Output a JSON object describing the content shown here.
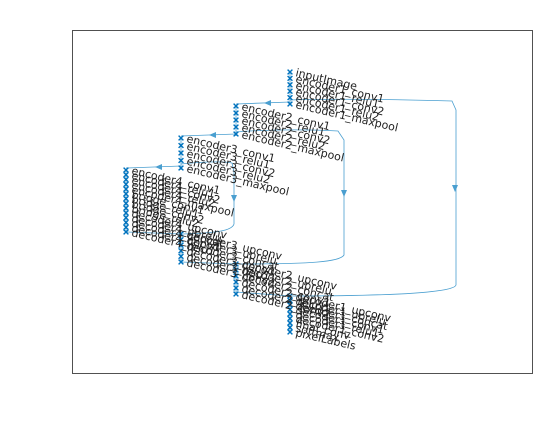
{
  "figure": {
    "line_color": "#4a9fd0",
    "marker_color": "#0072bd",
    "axes_color": "#262626"
  },
  "nodes": [
    "inputImage",
    "encoder1_conv1",
    "encoder1_relu1",
    "encoder1_conv2",
    "encoder1_relu2",
    "encoder1_maxpool",
    "encoder2_conv1",
    "encoder2_relu1",
    "encoder2_conv2",
    "encoder2_relu2",
    "encoder2_maxpool",
    "encoder3_conv1",
    "encoder3_relu1",
    "encoder3_conv2",
    "encoder3_relu2",
    "encoder3_maxpool",
    "encoder4_conv1",
    "encoder4_relu1",
    "encoder4_conv2",
    "encoder4_relu2",
    "encoder4_maxpool",
    "bridge_conv1",
    "bridge_relu1",
    "bridge_conv2",
    "bridge_relu2",
    "decoder4_upconv",
    "decoder4_uprelu",
    "decoder4_concat",
    "decoder4_conv1",
    "decoder4_relu1",
    "decoder3_upconv",
    "decoder3_uprelu",
    "decoder3_concat",
    "decoder3_conv1",
    "decoder3_relu1",
    "decoder3_conv2",
    "decoder2_upconv",
    "decoder2_uprelu",
    "decoder2_concat",
    "decoder2_conv1",
    "decoder2_relu1",
    "decoder2_conv2",
    "decoder1_upconv",
    "decoder1_uprelu",
    "decoder1_concat",
    "decoder1_conv1",
    "decoder1_relu1",
    "decoder1_conv2",
    "final_conv",
    "softmax",
    "pixelLabels"
  ]
}
